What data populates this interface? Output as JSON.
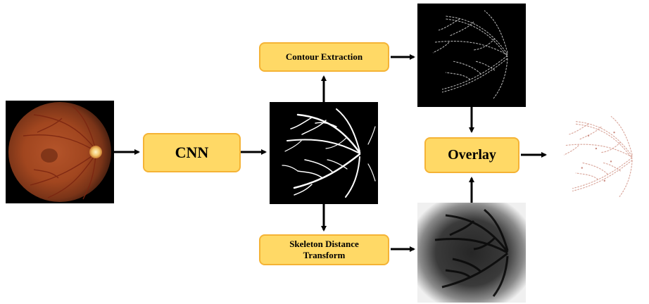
{
  "colors": {
    "box_fill": "#FFD966",
    "box_border": "#F5B335",
    "arrow": "#000000",
    "vessel": "#ffffff",
    "overlay_vessel": "#d9a59a"
  },
  "nodes": {
    "cnn": "CNN",
    "contour": "Contour Extraction",
    "skeleton_line1": "Skeleton Distance",
    "skeleton_line2": "Transform",
    "overlay": "Overlay"
  },
  "images": {
    "fundus": "retinal-fundus-photo",
    "segmentation": "vessel-segmentation-mask",
    "contour_result": "vessel-contour-image",
    "distance_map": "skeleton-distance-map",
    "overlay_result": "overlay-vessel-result"
  }
}
